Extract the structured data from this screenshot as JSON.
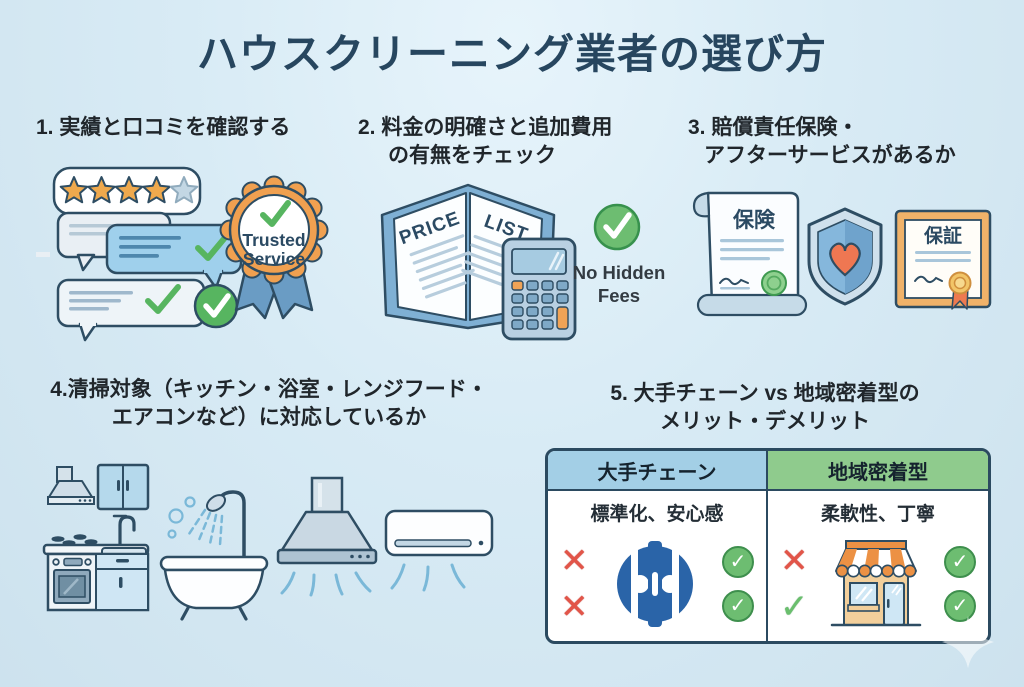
{
  "title": "ハウスクリーニング業者の選び方",
  "sections": {
    "reviews": {
      "heading": "1. 実績と口コミを確認する",
      "rating": {
        "filled": 4,
        "total": 5
      },
      "badge": {
        "line1": "Trusted",
        "line2": "Service"
      }
    },
    "pricing": {
      "heading_line1": "2. 料金の明確さと追加費用",
      "heading_line2": "の有無をチェック",
      "book": {
        "left": "PRICE",
        "right": "LIST"
      },
      "fees": {
        "line1": "No Hidden",
        "line2": "Fees"
      }
    },
    "insurance": {
      "heading_line1": "3. 賠償責任保険・",
      "heading_line2": "アフターサービスがあるか",
      "scroll_label": "保険",
      "certificate_label": "保証"
    },
    "targets": {
      "heading_line1": "4.清掃対象（キッチン・浴室・レンジフード・",
      "heading_line2": "エアコンなど）に対応しているか"
    },
    "comparison": {
      "heading_line1": "5. 大手チェーン vs 地域密着型の",
      "heading_line2": "メリット・デメリット",
      "table": {
        "columns": [
          {
            "header": "大手チェーン",
            "trait": "標準化、安心感",
            "left_marks": [
              "x",
              "x"
            ],
            "right_marks": [
              "check-circle",
              "check-circle"
            ]
          },
          {
            "header": "地域密着型",
            "trait": "柔軟性、丁寧",
            "left_marks": [
              "x",
              "check"
            ],
            "right_marks": [
              "check-circle",
              "check-circle"
            ]
          }
        ]
      }
    }
  },
  "colors": {
    "background": "#d8ebf5",
    "title": "#27465f",
    "heading_text": "#20262b",
    "outline_navy": "#2e4d63",
    "star_orange": "#efa94d",
    "badge_orange": "#f0a050",
    "ribbon_blue": "#6a9cc4",
    "check_green": "#6dbd71",
    "cross_red": "#e25549",
    "table_header_blue": "#a3cfe6",
    "table_header_green": "#8fcb8d",
    "chain_logo_blue": "#2a64a8",
    "awning_orange": "#ec9144",
    "store_tan": "#f2cf9b"
  }
}
